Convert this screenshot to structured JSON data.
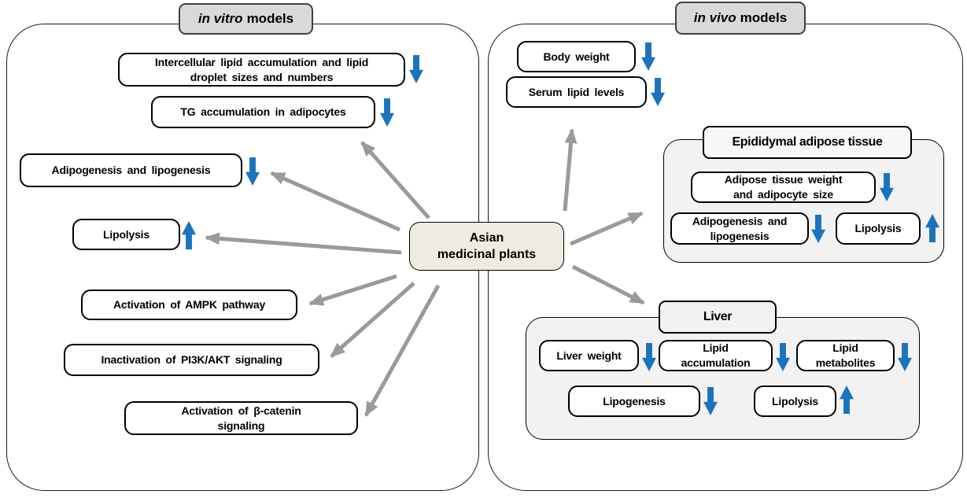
{
  "colors": {
    "blue_arrow": "#1B73BE",
    "gray_connector": "#9A9A9A",
    "panel_header_fill": "#D9D9D9",
    "group_fill": "#F2F2F2",
    "center_fill": "#EEECE1"
  },
  "center": {
    "label": "Asian\nmedicinal plants"
  },
  "panels": {
    "invitro": {
      "title_italic": "in vitro",
      "title_rest": "models",
      "nodes": [
        {
          "label": "Intercellular lipid accumulation and lipid\ndroplet sizes and numbers",
          "effect": "decrease"
        },
        {
          "label": "TG accumulation in adipocytes",
          "effect": "decrease"
        },
        {
          "label": "Adipogenesis and lipogenesis",
          "effect": "decrease"
        },
        {
          "label": "Lipolysis",
          "effect": "increase"
        },
        {
          "label": "Activation of AMPK pathway",
          "effect": "none"
        },
        {
          "label": "Inactivation of PI3K/AKT signaling",
          "effect": "none"
        },
        {
          "label": "Activation of β-catenin\nsignaling",
          "effect": "none"
        }
      ]
    },
    "invivo": {
      "title_italic": "in vivo",
      "title_rest": "models",
      "nodes": [
        {
          "label": "Body weight",
          "effect": "decrease"
        },
        {
          "label": "Serum lipid levels",
          "effect": "decrease"
        }
      ],
      "groups": [
        {
          "title": "Epididymal adipose tissue",
          "nodes": [
            {
              "label": "Adipose tissue weight\nand adipocyte size",
              "effect": "decrease"
            },
            {
              "label": "Adipogenesis and\nlipogenesis",
              "effect": "decrease"
            },
            {
              "label": "Lipolysis",
              "effect": "increase"
            }
          ]
        },
        {
          "title": "Liver",
          "nodes": [
            {
              "label": "Liver weight",
              "effect": "decrease"
            },
            {
              "label": "Lipid\naccumulation",
              "effect": "decrease"
            },
            {
              "label": "Lipid\nmetabolites",
              "effect": "decrease"
            },
            {
              "label": "Lipogenesis",
              "effect": "decrease"
            },
            {
              "label": "Lipolysis",
              "effect": "increase"
            }
          ]
        }
      ]
    }
  },
  "icons": {
    "decrease": "down-arrow",
    "increase": "up-arrow"
  }
}
